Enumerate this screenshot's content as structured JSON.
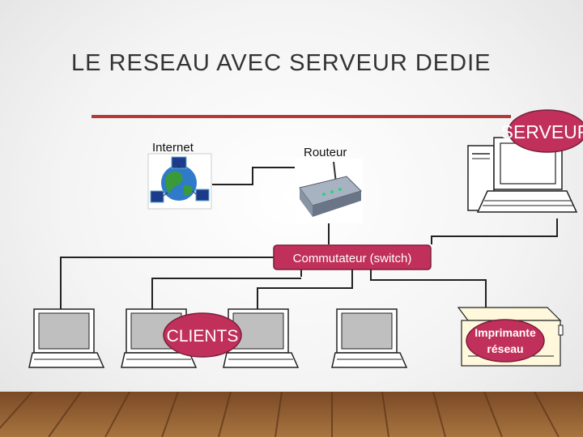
{
  "title": "LE RESEAU AVEC SERVEUR DEDIE",
  "labels": {
    "internet": "Internet",
    "router": "Routeur",
    "switch": "Commutateur (switch)",
    "server": "SERVEUR",
    "clients": "CLIENTS",
    "printer_line1": "Imprimante",
    "printer_line2": "réseau"
  },
  "colors": {
    "accent_red": "#b33a3a",
    "badge_fill": "#c0305a",
    "badge_stroke": "#7a1f3c",
    "floor_wood": "#8a5a33"
  },
  "icons": [
    "globe-network-icon",
    "router-icon",
    "server-icon",
    "laptop-icon",
    "printer-icon"
  ]
}
